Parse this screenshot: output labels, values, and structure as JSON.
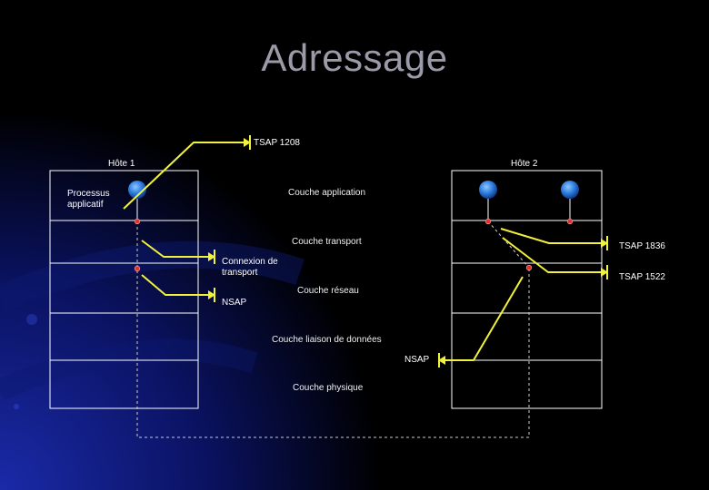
{
  "title": "Adressage",
  "host1": {
    "label": "Hôte 1",
    "process_label": "Processus applicatif"
  },
  "host2": {
    "label": "Hôte 2"
  },
  "layers": {
    "application": "Couche application",
    "transport": "Couche transport",
    "network": "Couche réseau",
    "datalink": "Couche liaison de données",
    "physical": "Couche physique"
  },
  "annotations": {
    "tsap_1208": "TSAP 1208",
    "tsap_1836": "TSAP 1836",
    "tsap_1522": "TSAP 1522",
    "transport_connection": "Connexion de transport",
    "nsap_left": "NSAP",
    "nsap_right": "NSAP"
  },
  "colors": {
    "background": "#000000",
    "box_stroke": "#ffffff",
    "arrow": "#f2f23a",
    "sap_dot": "#e03030",
    "process_circle": "#2f7fe0"
  }
}
